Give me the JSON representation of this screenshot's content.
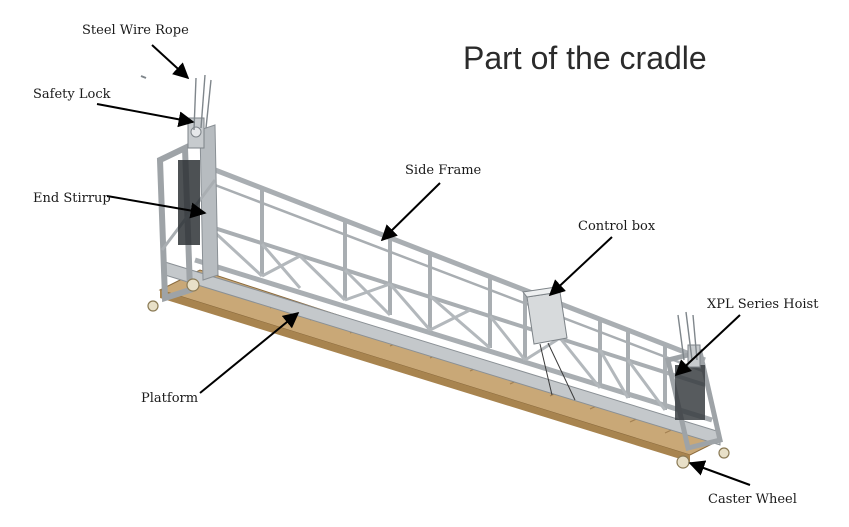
{
  "title": "Part of the cradle",
  "labels": {
    "steel_wire_rope": "Steel Wire Rope",
    "safety_lock": "Safety Lock",
    "end_stirrup": "End Stirrup",
    "side_frame": "Side Frame",
    "control_box": "Control box",
    "xpl_series_hoist": "XPL Series Hoist",
    "platform": "Platform",
    "caster_wheel": "Caster Wheel"
  },
  "colors": {
    "metal": "#b7bcc0",
    "metal_dark": "#8a9095",
    "wood": "#c9a877",
    "wood_dark": "#a8844f",
    "arrow": "#000000"
  }
}
